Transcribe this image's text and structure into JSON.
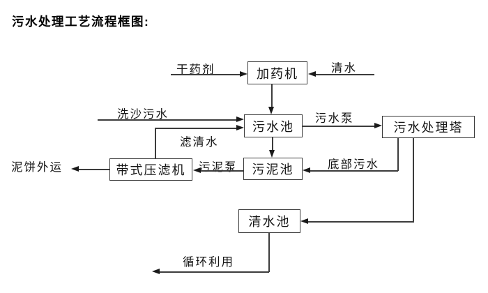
{
  "title": "污水处理工艺流程框图:",
  "nodes": {
    "dosing_machine": {
      "label": "加药机"
    },
    "sewage_pool": {
      "label": "污水池"
    },
    "treatment_tower": {
      "label": "污水处理塔"
    },
    "sludge_pool": {
      "label": "污泥池"
    },
    "belt_filter_press": {
      "label": "带式压滤机"
    },
    "clean_water_pool": {
      "label": "清水池"
    }
  },
  "flow_labels": {
    "dry_agent": "干药剂",
    "clean_water": "清水",
    "sand_washing_sewage": "洗沙污水",
    "filtered_water": "滤清水",
    "sewage_pump": "污水泵",
    "bottom_sewage": "底部污水",
    "sludge_pump": "污泥泵",
    "mud_cake_out": "泥饼外运",
    "recycle_use": "循环利用"
  },
  "edges": [
    {
      "from": "外部",
      "to": "加药机",
      "label": "干药剂"
    },
    {
      "from": "外部",
      "to": "加药机",
      "label": "清水"
    },
    {
      "from": "加药机",
      "to": "污水池",
      "label": ""
    },
    {
      "from": "外部",
      "to": "污水池",
      "label": "洗沙污水"
    },
    {
      "from": "带式压滤机",
      "to": "污水池",
      "label": "滤清水"
    },
    {
      "from": "污水池",
      "to": "污水处理塔",
      "label": "污水泵"
    },
    {
      "from": "污水池",
      "to": "污泥池",
      "label": ""
    },
    {
      "from": "污水处理塔",
      "to": "污泥池",
      "label": "底部污水"
    },
    {
      "from": "污泥池",
      "to": "带式压滤机",
      "label": "污泥泵"
    },
    {
      "from": "带式压滤机",
      "to": "外部",
      "label": "泥饼外运"
    },
    {
      "from": "污水处理塔",
      "to": "清水池",
      "label": ""
    },
    {
      "from": "清水池",
      "to": "外部",
      "label": "循环利用"
    }
  ],
  "colors": {
    "background": "#ffffff",
    "line": "#3c3c3c",
    "text": "#141414"
  }
}
